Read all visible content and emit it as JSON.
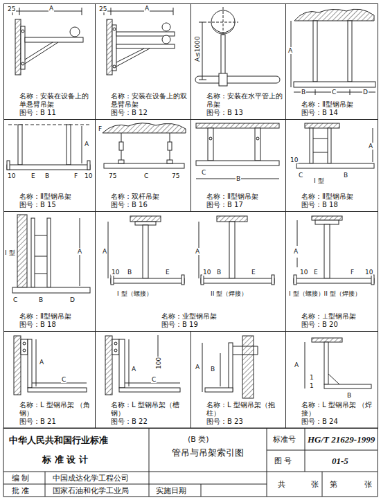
{
  "diagram": {
    "title": "管吊与吊架索引图",
    "nodes": [
      {
        "text": [
          "名称：安装在设备上的单悬臂吊架",
          "图号：B 11"
        ]
      },
      {
        "text": [
          "名称：安装在设备上的双悬臂吊架",
          "图号：B 12"
        ]
      },
      {
        "text": [
          "名称：安装在水平管上的吊架",
          "图号：B 13"
        ]
      },
      {
        "text": [
          "名称：Ⅱ型钢吊架",
          "图号：B 14"
        ]
      },
      {
        "text": [
          "名称：Ⅱ型钢吊架",
          "图号：B 15"
        ]
      },
      {
        "text": [
          "名称：双杆吊架",
          "图号：B 16"
        ]
      },
      {
        "text": [
          "名称：Ⅱ型钢吊架",
          "图号：B 17"
        ]
      },
      {
        "text": [
          "名称：Ⅱ型钢吊架",
          "图号：B 18"
        ]
      },
      {
        "text": [
          "名称：Ⅱ型钢吊架",
          "图号：B 18"
        ]
      },
      {
        "text": [
          "名称：业型钢吊架",
          "图号：B 19"
        ]
      },
      {
        "text": [
          "名称：⊥型钢吊架",
          "图号：B 20"
        ]
      },
      {
        "text": [
          "名称：L 型钢吊架 （角钢）",
          "图号：B 21"
        ]
      },
      {
        "text": [
          "名称：L 型钢吊架（槽钢）",
          "图号：B 22"
        ]
      },
      {
        "text": [
          "名称：L 型钢吊架（抱柱）",
          "图号：B 23"
        ]
      },
      {
        "text": [
          "名称：L 型钢吊架 （焊接）",
          "图号：B 24"
        ]
      }
    ],
    "labels": [
      "25",
      "A",
      "25",
      "A",
      "A≤1000",
      "A",
      "B",
      "C",
      "D",
      "A",
      "10",
      "E",
      "B",
      "F",
      "10",
      "F",
      "75",
      "C",
      "75",
      "C",
      "B",
      "I 型",
      "A",
      "10",
      "C",
      "B",
      "I 型",
      "A",
      "C",
      "B",
      "D",
      "A",
      "10",
      "B",
      "E",
      "I 型（螺接）",
      "A",
      "10",
      "B",
      "E",
      "II 型（焊接）",
      "A",
      "10",
      "E",
      "F",
      "10",
      "I 型（螺接）II 型（焊接）",
      "A",
      "C",
      "100",
      "A",
      "C",
      "B",
      "A",
      "A",
      "1",
      "1",
      "B",
      "(B 类)",
      "中华人民共和国行业标准",
      "标 准 设 计",
      "编 制",
      "中国成达化学工程公司",
      "批 准",
      "国家石油和化学工业局",
      "实施日期",
      "标准号",
      "HG/T 21629-1999",
      "图 号",
      "01-5",
      "共",
      "张",
      "第",
      "张"
    ]
  }
}
